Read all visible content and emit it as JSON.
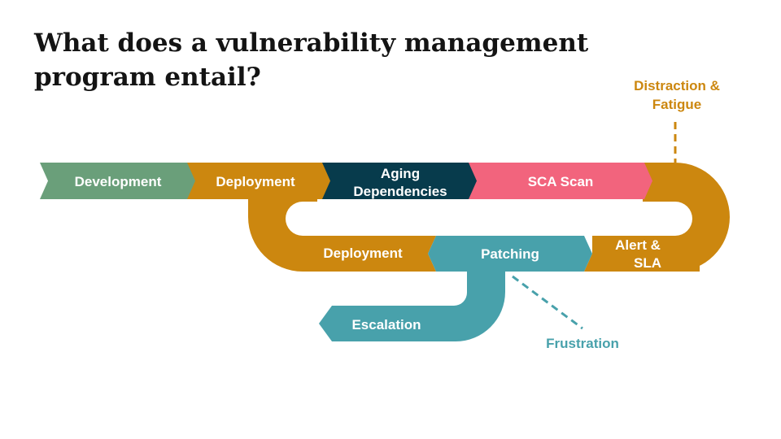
{
  "title": "What does a vulnerability management program entail?",
  "colors": {
    "development": "#6a9f7a",
    "deployment": "#cc870f",
    "aging": "#073b4c",
    "sca": "#f2647d",
    "teal": "#48a1ab",
    "white": "#ffffff"
  },
  "stages": {
    "development": "Development",
    "deployment_top": "Deployment",
    "aging_line1": "Aging",
    "aging_line2": "Dependencies",
    "sca_scan": "SCA Scan",
    "alert_line1": "Alert &",
    "alert_line2": "SLA",
    "deployment_bottom": "Deployment",
    "patching": "Patching",
    "escalation": "Escalation"
  },
  "annotations": {
    "distraction_line1": "Distraction &",
    "distraction_line2": "Fatigue",
    "frustration": "Frustration"
  }
}
